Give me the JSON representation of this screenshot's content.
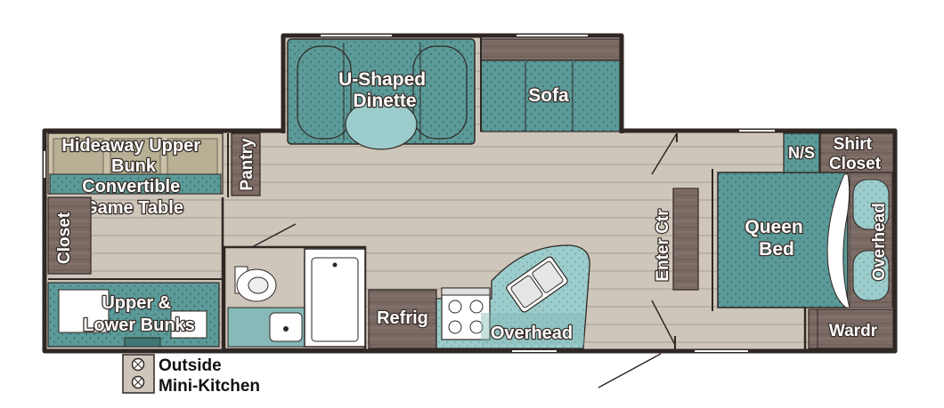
{
  "colors": {
    "floor": "#cfc6bb",
    "floor_line": "#a79d92",
    "wall": "#2f2723",
    "teal": "#5b9a98",
    "teal_light": "#9ccccb",
    "teal_dark": "#3f7776",
    "wood": "#7b6a64",
    "wood_dark": "#5f504b",
    "appliance": "#ffffff",
    "counter": "#86b9b8",
    "outline": "#3a302b"
  },
  "rooms": {
    "dinette": "U-Shaped Dinette",
    "sofa": "Sofa",
    "hideaway_bunk": "Hideaway Upper Bunk",
    "game_table": "Convertible Game Table",
    "pantry": "Pantry",
    "closet": "Closet",
    "bunks": "Upper & Lower Bunks",
    "refrig": "Refrig",
    "overhead_kitchen": "Overhead",
    "entertainment": "Enter Ctr",
    "queen_bed": "Queen Bed",
    "nightstand": "N/S",
    "shirt_closet": "Shirt Closet",
    "overhead_bedroom": "Overhead",
    "wardrobe": "Wardr"
  },
  "legend": {
    "line1": "Outside",
    "line2": "Mini-Kitchen",
    "icon": "burner-icon"
  }
}
